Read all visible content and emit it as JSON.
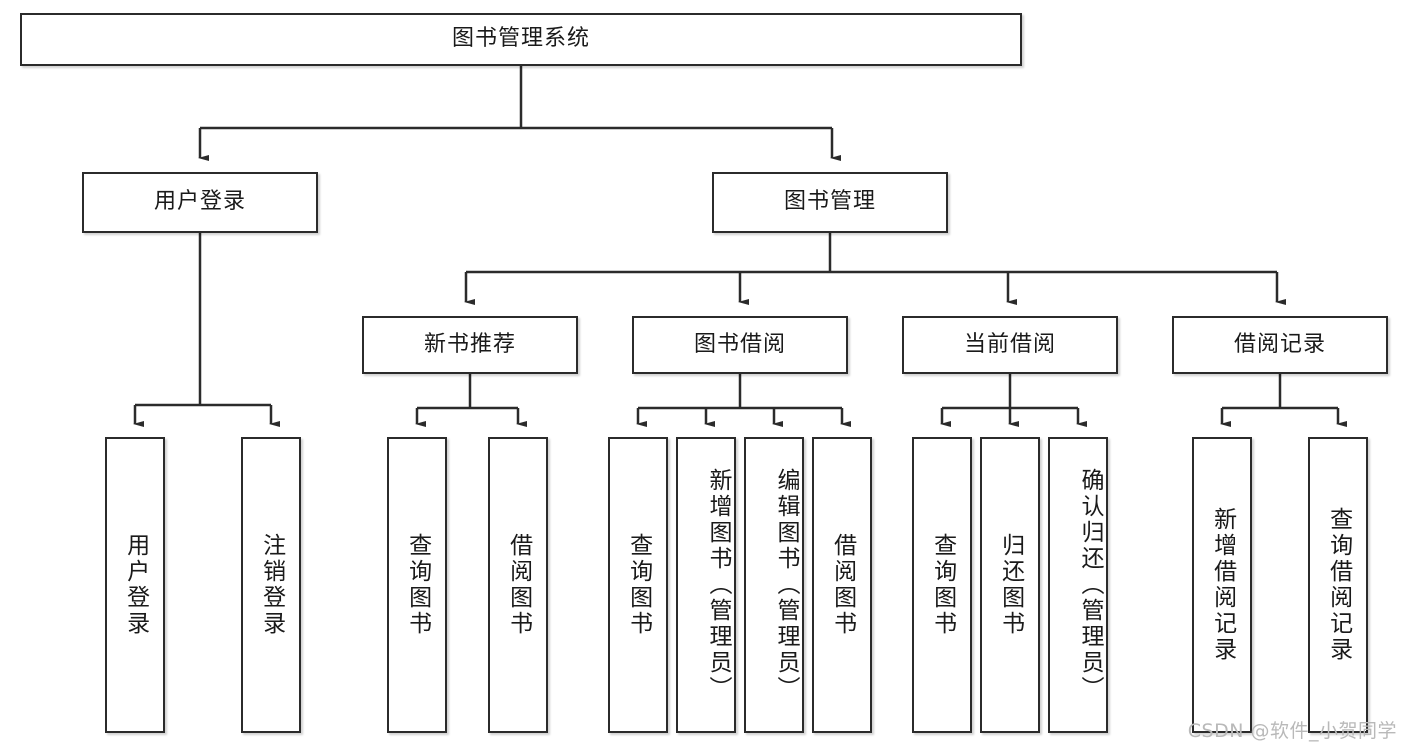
{
  "diagram": {
    "type": "tree",
    "title_node": "图书管理系统",
    "root": {
      "id": "root",
      "label": "图书管理系统"
    },
    "level2": [
      {
        "id": "user-login",
        "label": "用户登录"
      },
      {
        "id": "book-management",
        "label": "图书管理"
      }
    ],
    "level3": [
      {
        "id": "new-book-recommend",
        "label": "新书推荐",
        "parent": "book-management"
      },
      {
        "id": "book-borrow",
        "label": "图书借阅",
        "parent": "book-management"
      },
      {
        "id": "current-borrow",
        "label": "当前借阅",
        "parent": "book-management"
      },
      {
        "id": "borrow-record",
        "label": "借阅记录",
        "parent": "book-management"
      }
    ],
    "leaves": [
      {
        "id": "leaf-user-login",
        "label": "用户登录",
        "parent": "user-login"
      },
      {
        "id": "leaf-logout",
        "label": "注销登录",
        "parent": "user-login"
      },
      {
        "id": "leaf-query-book-1",
        "label": "查询图书",
        "parent": "new-book-recommend"
      },
      {
        "id": "leaf-borrow-book-1",
        "label": "借阅图书",
        "parent": "new-book-recommend"
      },
      {
        "id": "leaf-query-book-2",
        "label": "查询图书",
        "parent": "book-borrow"
      },
      {
        "id": "leaf-add-book",
        "label": "新增图书（管理员）",
        "parent": "book-borrow"
      },
      {
        "id": "leaf-edit-book",
        "label": "编辑图书（管理员）",
        "parent": "book-borrow"
      },
      {
        "id": "leaf-borrow-book-2",
        "label": "借阅图书",
        "parent": "book-borrow"
      },
      {
        "id": "leaf-query-book-3",
        "label": "查询图书",
        "parent": "current-borrow"
      },
      {
        "id": "leaf-return-book",
        "label": "归还图书",
        "parent": "current-borrow"
      },
      {
        "id": "leaf-confirm-return",
        "label": "确认归还（管理员）",
        "parent": "current-borrow"
      },
      {
        "id": "leaf-add-record",
        "label": "新增借阅记录",
        "parent": "borrow-record"
      },
      {
        "id": "leaf-query-record",
        "label": "查询借阅记录",
        "parent": "borrow-record"
      }
    ],
    "colors": {
      "box_border": "#2b2b2b",
      "box_fill": "#ffffff",
      "connector": "#2b2b2b",
      "text": "#1a1a1a",
      "watermark": "#b9b9b9"
    }
  },
  "watermark": {
    "text": "CSDN @软件_小贺同学"
  }
}
